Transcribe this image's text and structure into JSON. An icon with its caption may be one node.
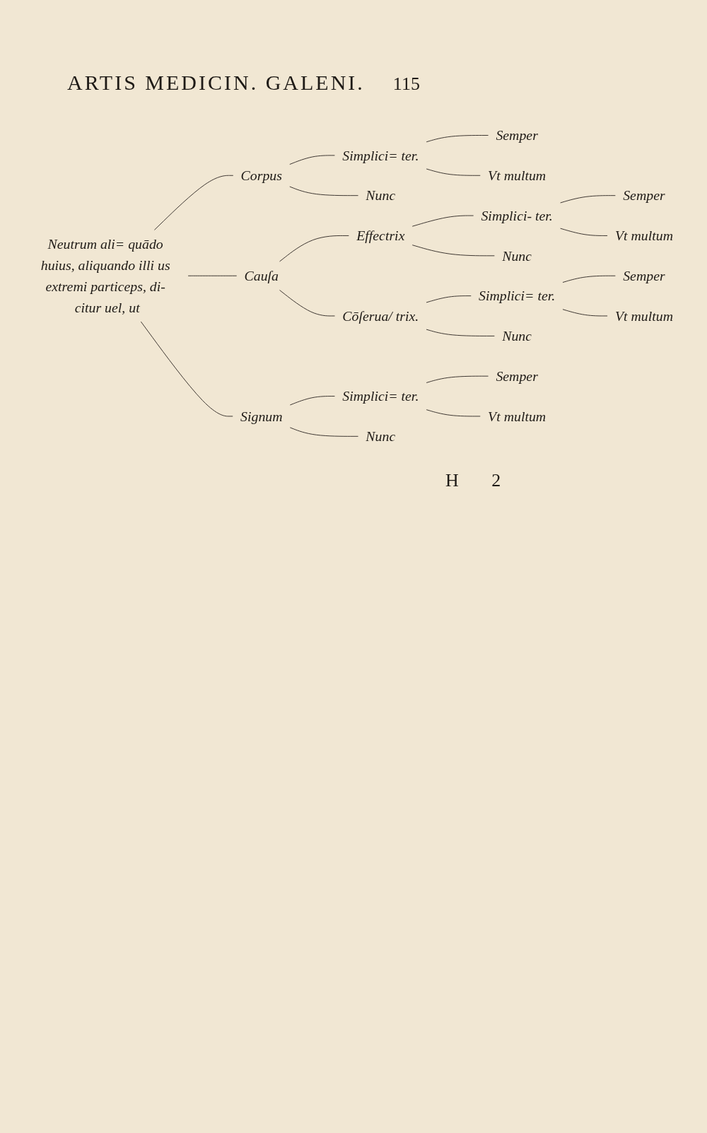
{
  "diagram": {
    "nodes": [
      {
        "text": [
          "Neutrum ali= quādo huius, aliquando illi us extremi particeps, di- citur uel, ut"
        ]
      },
      {
        "text": [
          "Corpus"
        ]
      },
      {
        "text": [
          "Simplici= ter."
        ]
      },
      {
        "text": [
          "Semper"
        ]
      },
      {
        "text": [
          "Vt multum"
        ]
      },
      {
        "text": [
          "Nunc"
        ]
      },
      {
        "text": [
          "Cauſa"
        ]
      },
      {
        "text": [
          "Effectrix"
        ]
      },
      {
        "text": [
          "Simplici- ter."
        ]
      },
      {
        "text": [
          "Semper"
        ]
      },
      {
        "text": [
          "Vt multum"
        ]
      },
      {
        "text": [
          "Nunc"
        ]
      },
      {
        "text": [
          "Cōſerua/ trix."
        ]
      },
      {
        "text": [
          "Simplici= ter."
        ]
      },
      {
        "text": [
          "Semper"
        ]
      },
      {
        "text": [
          "Vt multum"
        ]
      },
      {
        "text": [
          "Nunc"
        ]
      },
      {
        "text": [
          "Signum"
        ]
      },
      {
        "text": [
          "Simplici= ter."
        ]
      },
      {
        "text": [
          "Semper"
        ]
      },
      {
        "text": [
          "Vt multum"
        ]
      },
      {
        "text": [
          "Nunc"
        ]
      }
    ],
    "edges": [
      {
        "from": 0,
        "to": 1,
        "arrow": "none"
      },
      {
        "from": 0,
        "to": 6,
        "arrow": "none"
      },
      {
        "from": 0,
        "to": 17,
        "arrow": "none"
      },
      {
        "from": 1,
        "to": 2,
        "arrow": "none"
      },
      {
        "from": 1,
        "to": 5,
        "arrow": "none"
      },
      {
        "from": 2,
        "to": 3,
        "arrow": "none"
      },
      {
        "from": 2,
        "to": 4,
        "arrow": "none"
      },
      {
        "from": 6,
        "to": 7,
        "arrow": "none"
      },
      {
        "from": 6,
        "to": 12,
        "arrow": "none"
      },
      {
        "from": 7,
        "to": 8,
        "arrow": "none"
      },
      {
        "from": 7,
        "to": 11,
        "arrow": "none"
      },
      {
        "from": 8,
        "to": 9,
        "arrow": "none"
      },
      {
        "from": 8,
        "to": 10,
        "arrow": "none"
      },
      {
        "from": 12,
        "to": 13,
        "arrow": "none"
      },
      {
        "from": 12,
        "to": 16,
        "arrow": "none"
      },
      {
        "from": 13,
        "to": 14,
        "arrow": "none"
      },
      {
        "from": 13,
        "to": 15,
        "arrow": "none"
      },
      {
        "from": 17,
        "to": 18,
        "arrow": "none"
      },
      {
        "from": 17,
        "to": 21,
        "arrow": "none"
      },
      {
        "from": 18,
        "to": 19,
        "arrow": "none"
      },
      {
        "from": 18,
        "to": 20,
        "arrow": "none"
      }
    ],
    "labels": [
      "ARTIS MEDICIN. GALENI.",
      "115",
      "H 2"
    ]
  }
}
